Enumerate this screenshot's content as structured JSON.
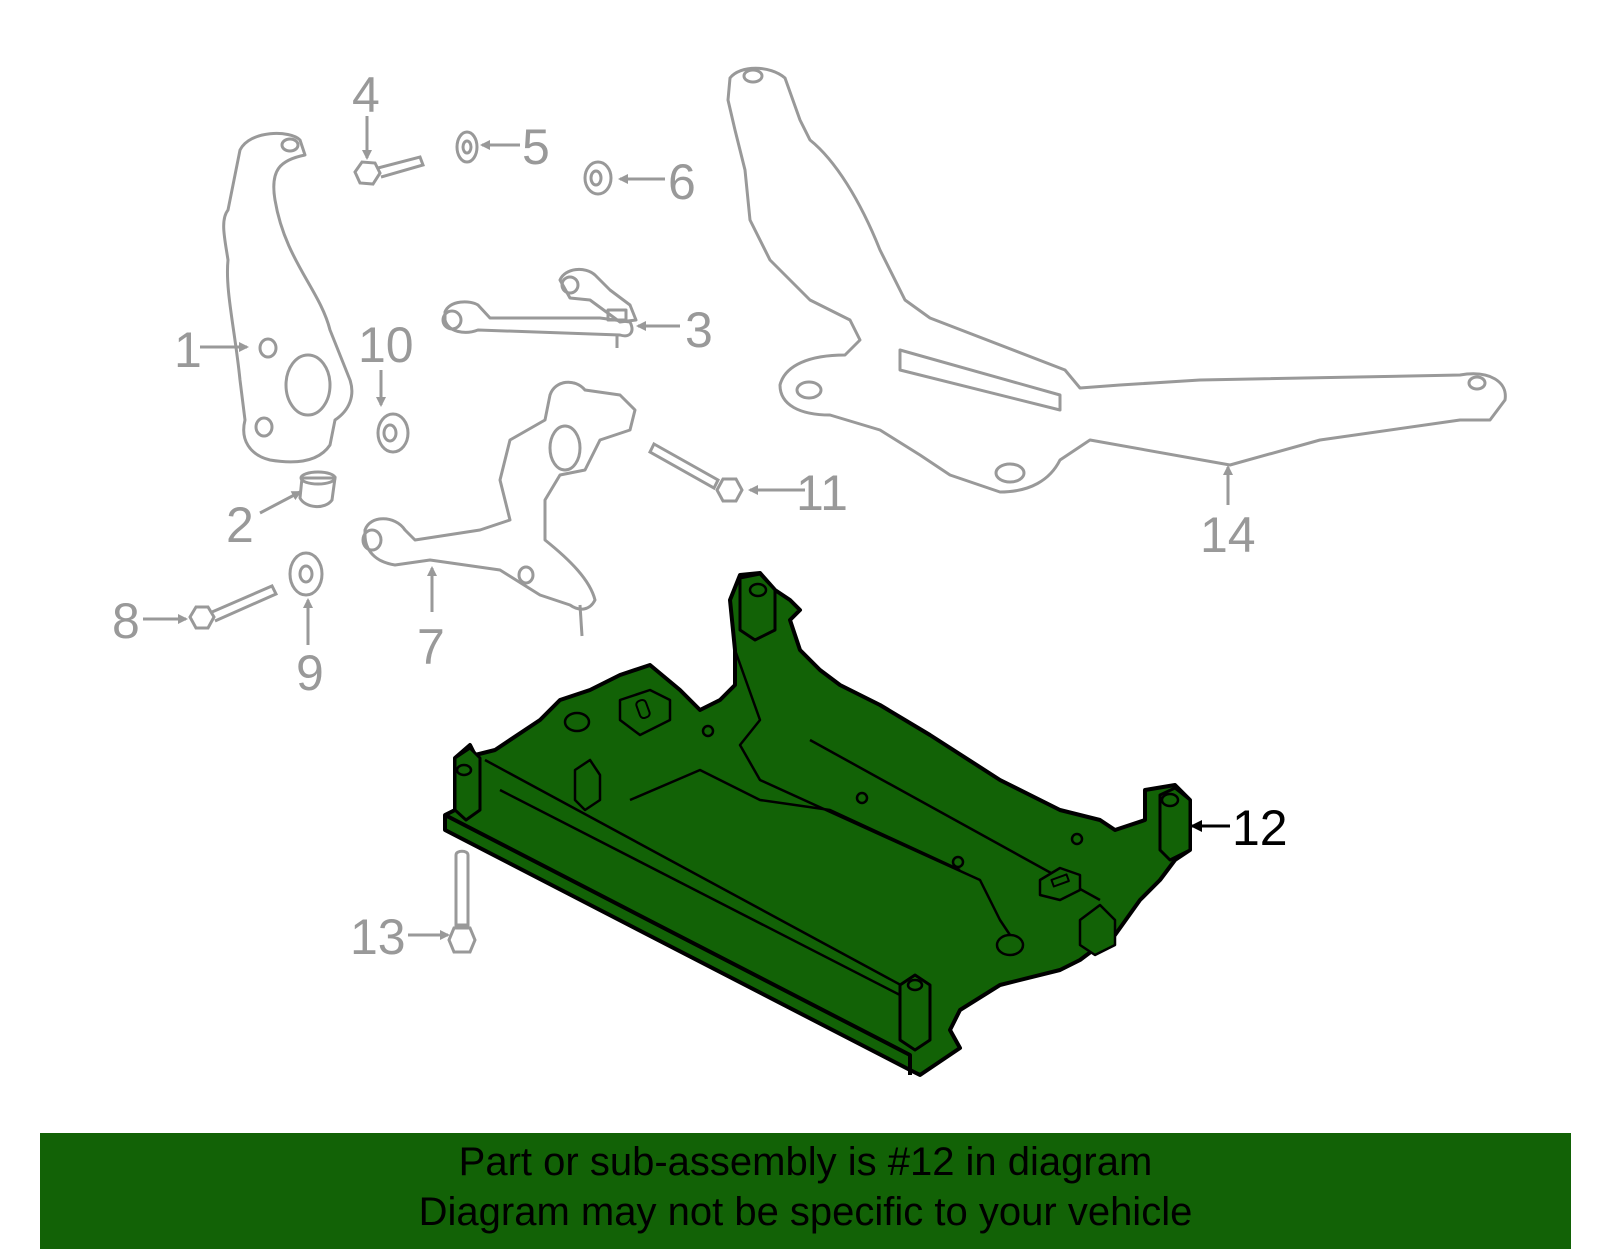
{
  "diagram": {
    "highlighted_part": "12",
    "colors": {
      "highlight_fill": "#126206",
      "outline_gray": "#999999",
      "outline_black": "#000000",
      "banner_bg": "#126206"
    },
    "callouts": [
      {
        "id": "1",
        "label": "1"
      },
      {
        "id": "2",
        "label": "2"
      },
      {
        "id": "3",
        "label": "3"
      },
      {
        "id": "4",
        "label": "4"
      },
      {
        "id": "5",
        "label": "5"
      },
      {
        "id": "6",
        "label": "6"
      },
      {
        "id": "7",
        "label": "7"
      },
      {
        "id": "8",
        "label": "8"
      },
      {
        "id": "9",
        "label": "9"
      },
      {
        "id": "10",
        "label": "10"
      },
      {
        "id": "11",
        "label": "11"
      },
      {
        "id": "12",
        "label": "12"
      },
      {
        "id": "13",
        "label": "13"
      },
      {
        "id": "14",
        "label": "14"
      }
    ]
  },
  "banner": {
    "line1": "Part or sub-assembly is #12 in diagram",
    "line2": "Diagram may not be specific to your vehicle"
  }
}
